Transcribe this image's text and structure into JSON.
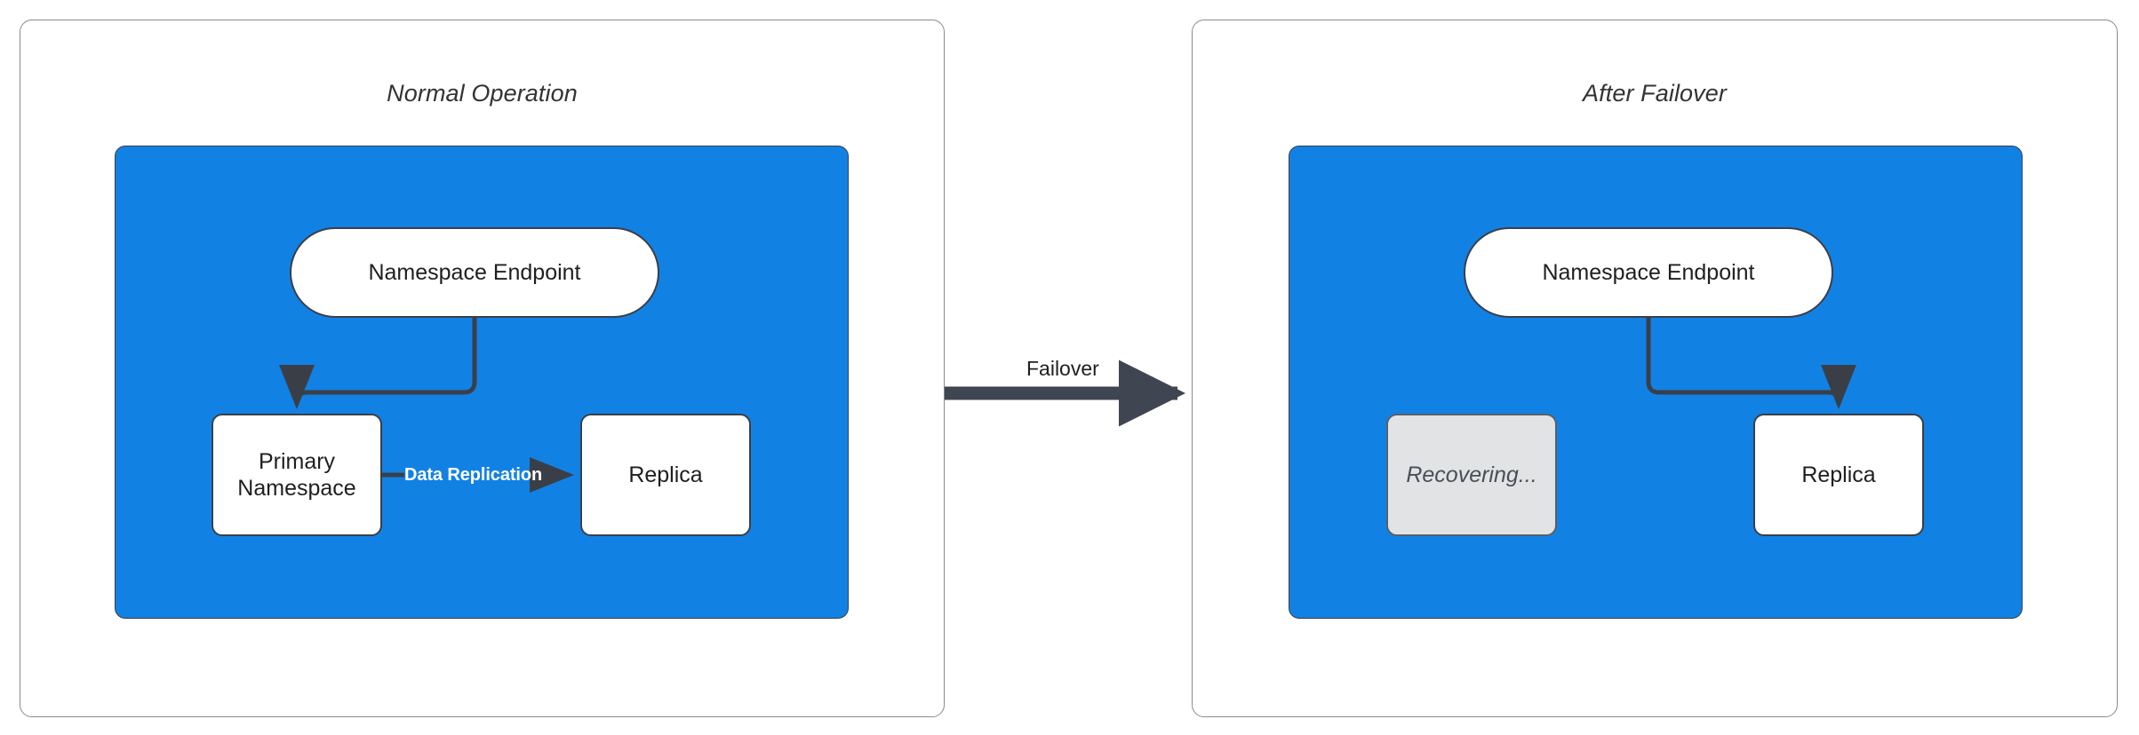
{
  "diagram": {
    "type": "flowchart",
    "theme": {
      "background": "#ffffff",
      "panel_border": "#8a8a8a",
      "container_fill": "#1281e4",
      "node_fill": "#ffffff",
      "node_border": "#3a3f47",
      "disabled_node_fill": "#e2e3e5",
      "disabled_node_text": "#4a4f57",
      "edge_stroke": "#3a3f47",
      "title_text": "#333333",
      "replication_label_text": "#ffffff"
    },
    "panels": [
      {
        "id": "normal",
        "title": "Normal Operation",
        "container_label": "",
        "nodes": [
          {
            "id": "ns-endpoint-left",
            "label": "Namespace Endpoint",
            "shape": "stadium",
            "state": "active"
          },
          {
            "id": "primary-namespace",
            "label": "Primary\nNamespace",
            "label_line1": "Primary",
            "label_line2": "Namespace",
            "shape": "rounded-rect",
            "state": "active"
          },
          {
            "id": "replica-left",
            "label": "Replica",
            "shape": "rounded-rect",
            "state": "active"
          }
        ],
        "edges": [
          {
            "from": "ns-endpoint-left",
            "to": "primary-namespace",
            "label": "",
            "style": "elbow-down-left"
          },
          {
            "from": "primary-namespace",
            "to": "replica-left",
            "label": "Data Replication",
            "style": "straight-right"
          }
        ]
      },
      {
        "id": "failover",
        "title": "After Failover",
        "container_label": "",
        "nodes": [
          {
            "id": "ns-endpoint-right",
            "label": "Namespace Endpoint",
            "shape": "stadium",
            "state": "active"
          },
          {
            "id": "recovering",
            "label": "Recovering...",
            "shape": "rounded-rect",
            "state": "recovering"
          },
          {
            "id": "replica-right",
            "label": "Replica",
            "shape": "rounded-rect",
            "state": "active"
          }
        ],
        "edges": [
          {
            "from": "ns-endpoint-right",
            "to": "replica-right",
            "label": "",
            "style": "elbow-down-right"
          }
        ]
      }
    ],
    "transition": {
      "label": "Failover",
      "from_panel": "normal",
      "to_panel": "failover",
      "direction": "right"
    }
  }
}
